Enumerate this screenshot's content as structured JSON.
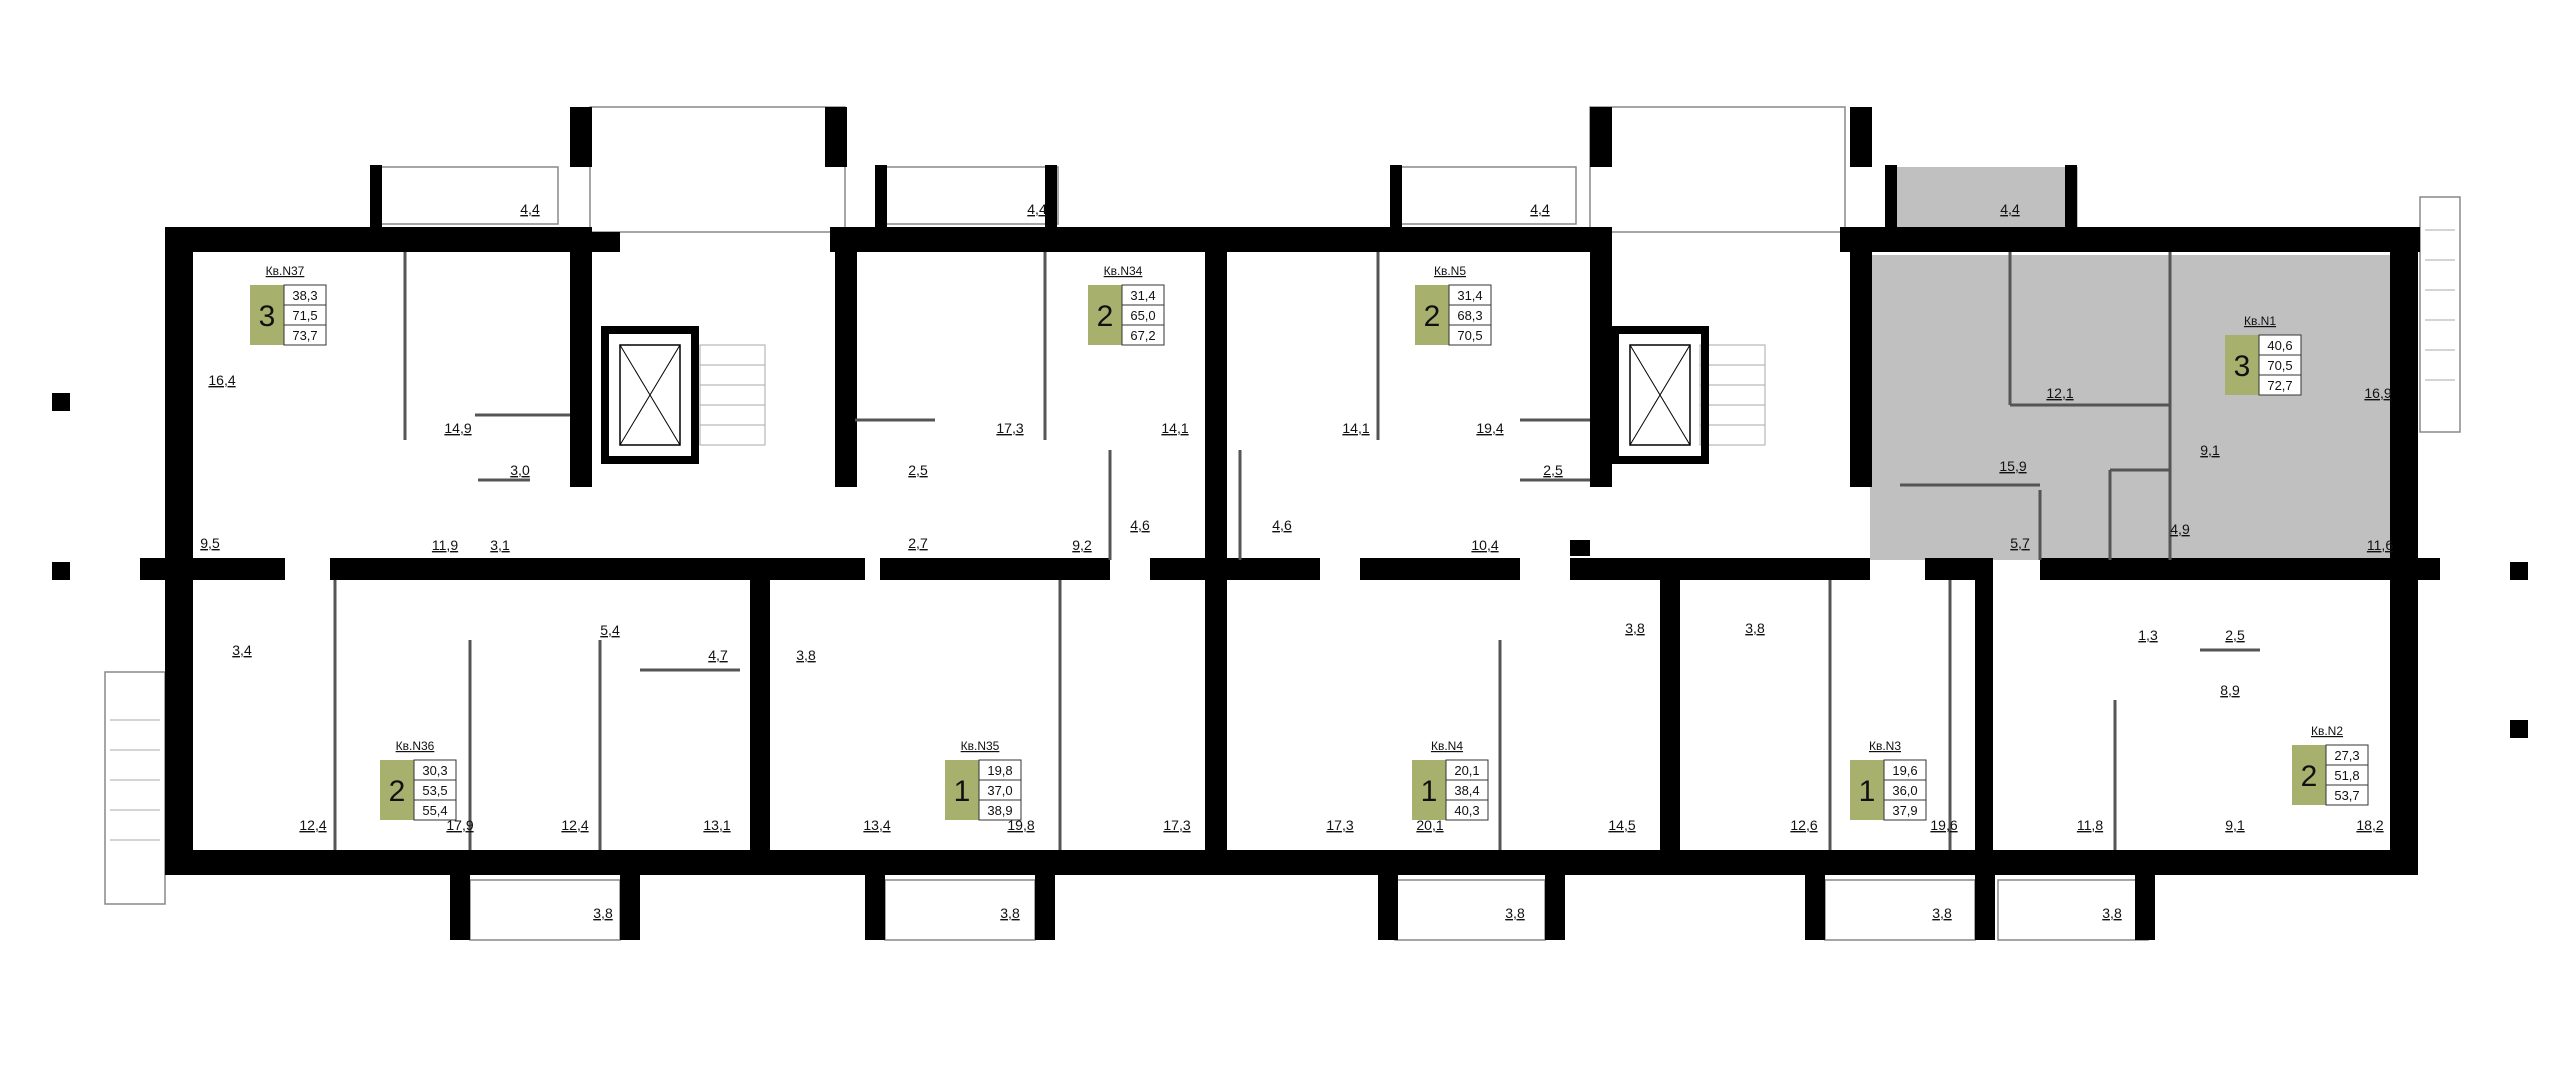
{
  "colors": {
    "wall": "#000000",
    "background": "#ffffff",
    "highlight_fill": "#c0c0c0",
    "rooms_badge": "#a7b16d",
    "thin_line": "#6a6a6a"
  },
  "plan": {
    "apartments": [
      {
        "id": "apt37",
        "title": "Кв.N37",
        "rooms": "3",
        "areas": [
          "38,3",
          "71,5",
          "73,7"
        ]
      },
      {
        "id": "apt34",
        "title": "Кв.N34",
        "rooms": "2",
        "areas": [
          "31,4",
          "65,0",
          "67,2"
        ]
      },
      {
        "id": "apt5",
        "title": "Кв.N5",
        "rooms": "2",
        "areas": [
          "31,4",
          "68,3",
          "70,5"
        ]
      },
      {
        "id": "apt1",
        "title": "Кв.N1",
        "rooms": "3",
        "areas": [
          "40,6",
          "70,5",
          "72,7"
        ]
      },
      {
        "id": "apt36",
        "title": "Кв.N36",
        "rooms": "2",
        "areas": [
          "30,3",
          "53,5",
          "55,4"
        ]
      },
      {
        "id": "apt35",
        "title": "Кв.N35",
        "rooms": "1",
        "areas": [
          "19,8",
          "37,0",
          "38,9"
        ]
      },
      {
        "id": "apt4",
        "title": "Кв.N4",
        "rooms": "1",
        "areas": [
          "20,1",
          "38,4",
          "40,3"
        ]
      },
      {
        "id": "apt3",
        "title": "Кв.N3",
        "rooms": "1",
        "areas": [
          "19,6",
          "36,0",
          "37,9"
        ]
      },
      {
        "id": "apt2",
        "title": "Кв.N2",
        "rooms": "2",
        "areas": [
          "27,3",
          "51,8",
          "53,7"
        ]
      }
    ],
    "room_areas": [
      "4,4",
      "4,4",
      "4,4",
      "4,4",
      "16,4",
      "14,9",
      "3,0",
      "9,5",
      "11,9",
      "3,1",
      "17,3",
      "2,5",
      "14,1",
      "2,7",
      "9,2",
      "4,6",
      "14,1",
      "19,4",
      "2,5",
      "4,6",
      "10,4",
      "12,1",
      "16,9",
      "15,9",
      "9,1",
      "4,9",
      "5,7",
      "11,6",
      "3,4",
      "5,4",
      "4,7",
      "3,8",
      "12,4",
      "17,9",
      "12,4",
      "13,1",
      "13,4",
      "19,8",
      "17,3",
      "3,8",
      "17,3",
      "20,1",
      "14,5",
      "3,8",
      "12,6",
      "19,6",
      "1,3",
      "2,5",
      "8,9",
      "11,8",
      "9,1",
      "18,2",
      "3,8",
      "3,8",
      "3,8",
      "3,8",
      "3,8"
    ]
  }
}
